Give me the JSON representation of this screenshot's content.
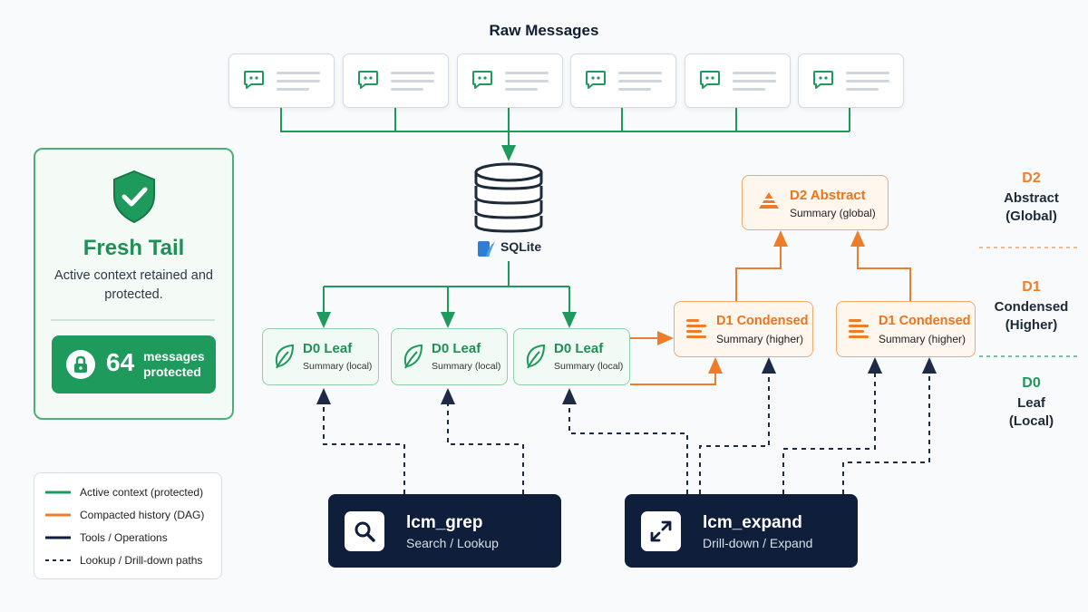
{
  "raw_messages": {
    "title": "Raw Messages",
    "cards": [
      {
        "icon": "chat-bubble-icon"
      },
      {
        "icon": "chat-bubble-icon"
      },
      {
        "icon": "chat-bubble-icon"
      },
      {
        "icon": "chat-bubble-icon"
      },
      {
        "icon": "chat-bubble-icon"
      },
      {
        "icon": "chat-bubble-icon"
      }
    ]
  },
  "database": {
    "label": "SQLite",
    "icon": "database-icon"
  },
  "fresh_tail": {
    "title": "Fresh Tail",
    "description": "Active context retained and protected.",
    "count": "64",
    "count_unit_line1": "messages",
    "count_unit_line2": "protected",
    "icon": "shield-check-icon"
  },
  "leaves": [
    {
      "title": "D0 Leaf",
      "subtitle": "Summary (local)"
    },
    {
      "title": "D0 Leaf",
      "subtitle": "Summary (local)"
    },
    {
      "title": "D0 Leaf",
      "subtitle": "Summary (local)"
    }
  ],
  "condensed": [
    {
      "title": "D1 Condensed",
      "subtitle": "Summary (higher)"
    },
    {
      "title": "D1 Condensed",
      "subtitle": "Summary (higher)"
    }
  ],
  "abstract": {
    "title": "D2 Abstract",
    "subtitle": "Summary (global)"
  },
  "tools": [
    {
      "name": "lcm_grep",
      "description": "Search / Lookup",
      "icon": "search-icon"
    },
    {
      "name": "lcm_expand",
      "description": "Drill-down / Expand",
      "icon": "expand-icon"
    }
  ],
  "levels": [
    {
      "code": "D2",
      "name_line1": "Abstract",
      "name_line2": "(Global)"
    },
    {
      "code": "D1",
      "name_line1": "Condensed",
      "name_line2": "(Higher)"
    },
    {
      "code": "D0",
      "name_line1": "Leaf",
      "name_line2": "(Local)"
    }
  ],
  "legend": [
    {
      "label": "Active context (protected)"
    },
    {
      "label": "Compacted history (DAG)"
    },
    {
      "label": "Tools / Operations"
    },
    {
      "label": "Lookup / Drill-down paths"
    }
  ],
  "colors": {
    "green": "#1e9a5d",
    "orange": "#ee7d2b",
    "navy": "#0f1f3b"
  }
}
